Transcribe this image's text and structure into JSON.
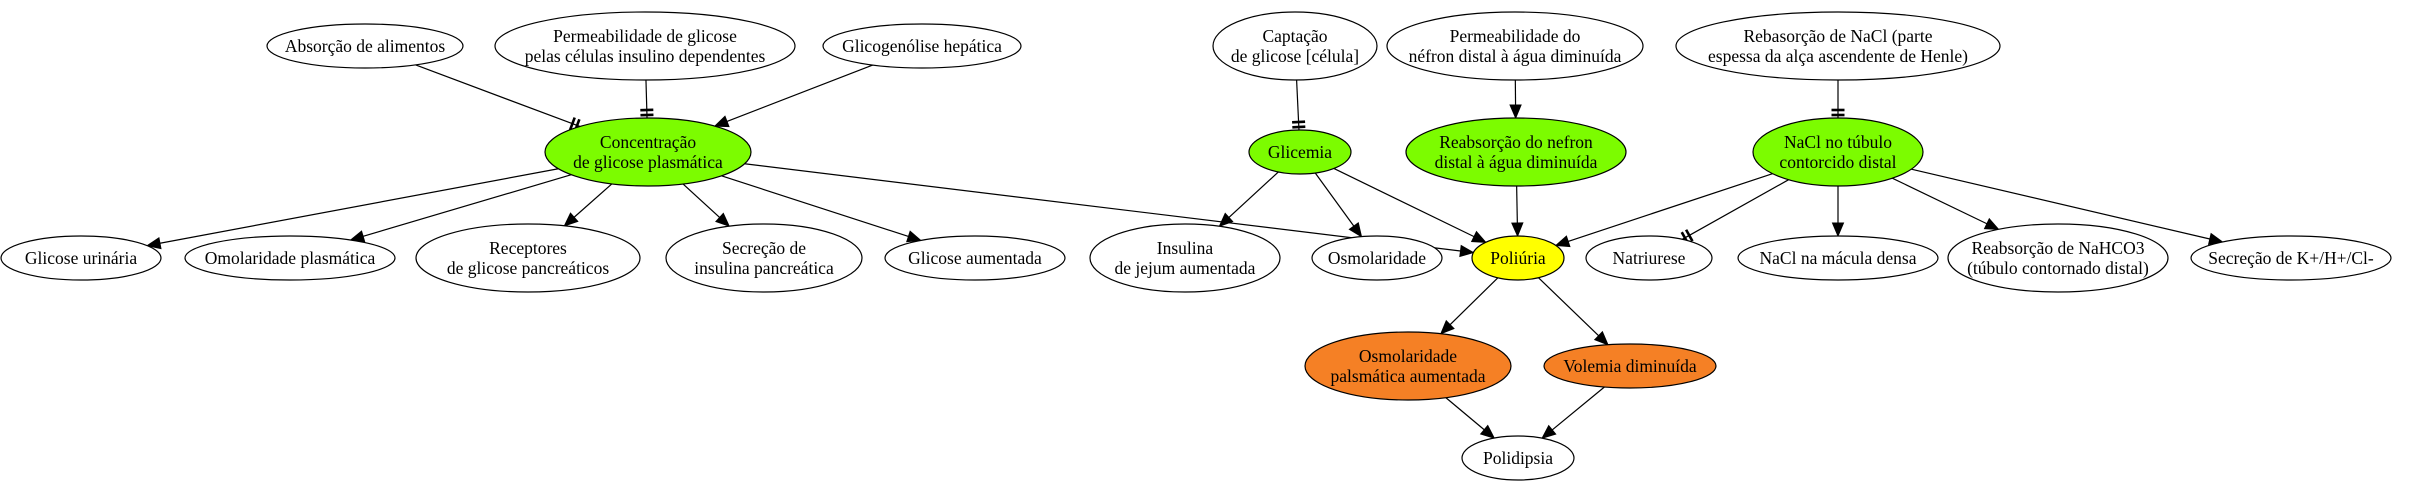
{
  "colors": {
    "white": "#ffffff",
    "green": "#7cfc00",
    "yellow": "#ffff00",
    "orange": "#f58025",
    "stroke": "#000000"
  },
  "nodes": {
    "absorcao": {
      "label": [
        "Absorção de alimentos"
      ],
      "fill": "white"
    },
    "permeabilidade_glicose": {
      "label": [
        "Permeabilidade de glicose",
        "pelas células insulino dependentes"
      ],
      "fill": "white"
    },
    "glicogenolise": {
      "label": [
        "Glicogenólise hepática"
      ],
      "fill": "white"
    },
    "captacao": {
      "label": [
        "Captação",
        "de glicose [célula]"
      ],
      "fill": "white"
    },
    "permeabilidade_nefron": {
      "label": [
        "Permeabilidade do",
        "néfron distal à água diminuída"
      ],
      "fill": "white"
    },
    "rebsorcao_nacl": {
      "label": [
        "Rebasorção de NaCl (parte",
        "espessa da alça ascendente de Henle)"
      ],
      "fill": "white"
    },
    "concentracao": {
      "label": [
        "Concentração",
        "de glicose plasmática"
      ],
      "fill": "green"
    },
    "glicemia": {
      "label": [
        "Glicemia"
      ],
      "fill": "green"
    },
    "reabsorcao_nefron": {
      "label": [
        "Reabsorção do nefron",
        "distal à água diminuída"
      ],
      "fill": "green"
    },
    "nacl_tubulo": {
      "label": [
        "NaCl no túbulo",
        "contorcido distal"
      ],
      "fill": "green"
    },
    "glicose_urinaria": {
      "label": [
        "Glicose urinária"
      ],
      "fill": "white"
    },
    "osmolaridade_plasmatica": {
      "label": [
        "Omolaridade plasmática"
      ],
      "fill": "white"
    },
    "receptores": {
      "label": [
        "Receptores",
        "de glicose pancreáticos"
      ],
      "fill": "white"
    },
    "secrecao_insulina": {
      "label": [
        "Secreção de",
        "insulina pancreática"
      ],
      "fill": "white"
    },
    "glicose_aumentada": {
      "label": [
        "Glicose aumentada"
      ],
      "fill": "white"
    },
    "insulina_jejum": {
      "label": [
        "Insulina",
        "de jejum aumentada"
      ],
      "fill": "white"
    },
    "osmolaridade": {
      "label": [
        "Osmolaridade"
      ],
      "fill": "white"
    },
    "poliuria": {
      "label": [
        "Poliúria"
      ],
      "fill": "yellow"
    },
    "natriurese": {
      "label": [
        "Natriurese"
      ],
      "fill": "white"
    },
    "nacl_macula": {
      "label": [
        "NaCl na mácula densa"
      ],
      "fill": "white"
    },
    "reabsorcao_nahco3": {
      "label": [
        "Reabsorção de NaHCO3",
        "(túbulo contornado distal)"
      ],
      "fill": "white"
    },
    "secrecao_k": {
      "label": [
        "Secreção de K+/H+/Cl-"
      ],
      "fill": "white"
    },
    "osmolaridade_aumentada": {
      "label": [
        "Osmolaridade",
        "palsmática aumentada"
      ],
      "fill": "orange"
    },
    "volemia": {
      "label": [
        "Volemia diminuída"
      ],
      "fill": "orange"
    },
    "polidipsia": {
      "label": [
        "Polidipsia"
      ],
      "fill": "white"
    }
  },
  "edges": [
    {
      "from": "absorcao",
      "to": "concentracao",
      "type": "double-tee"
    },
    {
      "from": "permeabilidade_glicose",
      "to": "concentracao",
      "type": "double-tee"
    },
    {
      "from": "glicogenolise",
      "to": "concentracao",
      "type": "arrow"
    },
    {
      "from": "captacao",
      "to": "glicemia",
      "type": "double-tee"
    },
    {
      "from": "permeabilidade_nefron",
      "to": "reabsorcao_nefron",
      "type": "arrow"
    },
    {
      "from": "rebsorcao_nacl",
      "to": "nacl_tubulo",
      "type": "double-tee"
    },
    {
      "from": "concentracao",
      "to": "glicose_urinaria",
      "type": "arrow"
    },
    {
      "from": "concentracao",
      "to": "osmolaridade_plasmatica",
      "type": "arrow"
    },
    {
      "from": "concentracao",
      "to": "receptores",
      "type": "arrow"
    },
    {
      "from": "concentracao",
      "to": "secrecao_insulina",
      "type": "arrow"
    },
    {
      "from": "concentracao",
      "to": "glicose_aumentada",
      "type": "arrow"
    },
    {
      "from": "concentracao",
      "to": "poliuria",
      "type": "arrow"
    },
    {
      "from": "glicemia",
      "to": "insulina_jejum",
      "type": "arrow"
    },
    {
      "from": "glicemia",
      "to": "osmolaridade",
      "type": "arrow"
    },
    {
      "from": "glicemia",
      "to": "poliuria",
      "type": "arrow"
    },
    {
      "from": "reabsorcao_nefron",
      "to": "poliuria",
      "type": "arrow"
    },
    {
      "from": "nacl_tubulo",
      "to": "poliuria",
      "type": "arrow"
    },
    {
      "from": "nacl_tubulo",
      "to": "natriurese",
      "type": "double-tee"
    },
    {
      "from": "nacl_tubulo",
      "to": "nacl_macula",
      "type": "arrow"
    },
    {
      "from": "nacl_tubulo",
      "to": "reabsorcao_nahco3",
      "type": "arrow"
    },
    {
      "from": "nacl_tubulo",
      "to": "secrecao_k",
      "type": "arrow"
    },
    {
      "from": "poliuria",
      "to": "osmolaridade_aumentada",
      "type": "arrow"
    },
    {
      "from": "poliuria",
      "to": "volemia",
      "type": "arrow"
    },
    {
      "from": "osmolaridade_aumentada",
      "to": "polidipsia",
      "type": "arrow"
    },
    {
      "from": "volemia",
      "to": "polidipsia",
      "type": "arrow"
    }
  ]
}
